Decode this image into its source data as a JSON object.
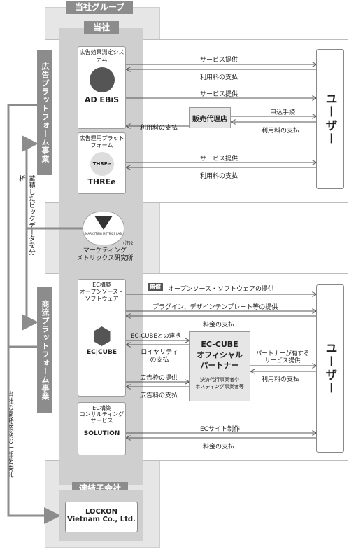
{
  "group": {
    "title": "当社グループ",
    "company": "当社",
    "subsidiary_title": "連結子会社",
    "subsidiary_name_1": "LOCKON",
    "subsidiary_name_2": "Vietnam Co., Ltd."
  },
  "left_labels": {
    "ad_platform": "広告プラットフォーム事業",
    "commerce_platform": "商流プラットフォーム事業",
    "big_data": "蓄積したビックデータを分析",
    "outsourcing": "当社の開発業務の一部を委託"
  },
  "products": {
    "adebis": {
      "title": "広告効果測定システム",
      "logo": "AD EBiS"
    },
    "three": {
      "title": "広告運用プラットフォーム",
      "logo_small": "THREe",
      "logo": "THREe"
    },
    "marketing_metrics": {
      "title_1": "マーケティング",
      "title_2": "メトリックス研究所",
      "note": "(注)2",
      "logo_text": "MARKETING METRICS LAB"
    },
    "eccube": {
      "title_1": "EC構築",
      "title_2": "オープンソース・",
      "title_3": "ソフトウェア",
      "logo": "EC|CUBE"
    },
    "solution": {
      "title_1": "EC構築",
      "title_2": "コンサルティング",
      "title_3": "サービス",
      "logo": "SOLUTION"
    }
  },
  "users": {
    "top": "ユーザー",
    "bottom": "ユーザー"
  },
  "agency": "販売代理店",
  "partner": {
    "line1": "EC-CUBE",
    "line2": "オフィシャル",
    "line3": "パートナー",
    "note_1": "決済代行事業者や",
    "note_2": "ホスティング事業者等"
  },
  "flows": {
    "service_1": "サービス提供",
    "fee_1": "利用料の支払",
    "service_2": "サービス提供",
    "apply": "申込手続",
    "fee_2a": "利用料の支払",
    "fee_2b": "利用料の支払",
    "service_3": "サービス提供",
    "fee_3": "利用料の支払",
    "free_badge": "無償",
    "oss": "オープンソース・ソフトウェアの提供",
    "plugin": "プラグイン、デザインテンプレート等の提供",
    "fee_4": "料金の支払",
    "eccube_link": "EC-CUBEとの連携",
    "royalty_1": "ロイヤリティ",
    "royalty_2": "の支払",
    "ad_slot": "広告枠の提供",
    "ad_fee": "広告料の支払",
    "partner_service_1": "パートナーが有する",
    "partner_service_2": "サービス提供",
    "fee_5": "利用料の支払",
    "ec_site": "ECサイト制作",
    "fee_6": "料金の支払"
  }
}
